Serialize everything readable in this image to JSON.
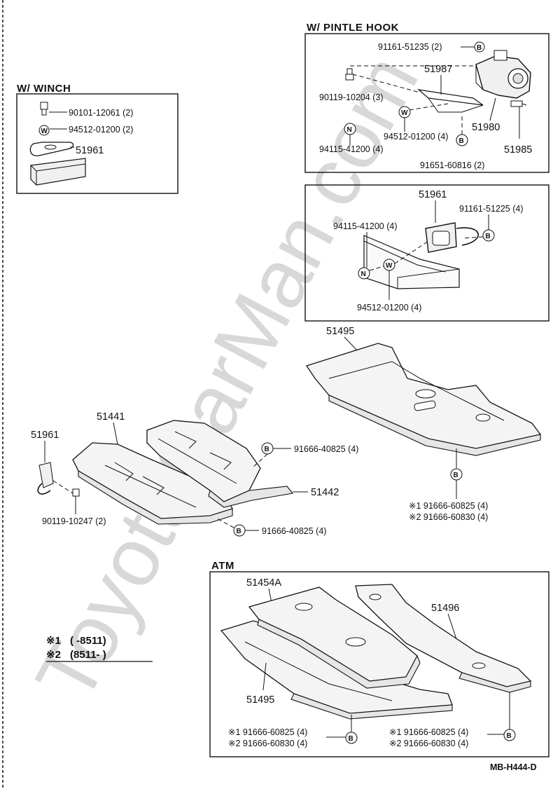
{
  "diagram": {
    "watermark": "ToyotaCarMan.com",
    "code": "MB-H444-D",
    "sections": {
      "winch": "W/ WINCH",
      "pintle": "W/ PINTLE  HOOK",
      "atm": "ATM"
    },
    "symbols": {
      "b": "B",
      "w": "W",
      "n": "N"
    },
    "notes": {
      "n1_mark": "※1",
      "n1_text": "(       -8511)",
      "n2_mark": "※2",
      "n2_text": "(8511-        )"
    },
    "labels": {
      "winch_bolt": "90101-12061 (2)",
      "winch_washer": "94512-01200 (2)",
      "winch_hook": "51961",
      "pintle_bolt_top": "91161-51235 (2)",
      "pintle_bracket": "51987",
      "pintle_bolt_left": "90119-10204 (3)",
      "pintle_washer": "94512-01200 (4)",
      "pintle_hook": "51980",
      "pintle_nut": "94115-41200 (4)",
      "pintle_bolt_bottom": "91651-60816 (2)",
      "pintle_pin": "51985",
      "tow_hook": "51961",
      "tow_bolt": "91161-51225 (4)",
      "tow_nut": "94115-41200 (4)",
      "tow_washer": "94512-01200 (4)",
      "cover_rear": "51495",
      "cover_front": "51441",
      "cover_front_hook": "51961",
      "cover_front_bolt": "91666-40825 (4)",
      "cover_side": "51442",
      "cover_front_bolt2": "91666-40825 (4)",
      "hook_bolt": "90119-10247 (2)",
      "rear_bolt_1": "※1 91666-60825 (4)",
      "rear_bolt_2": "※2 91666-60830 (4)",
      "atm_cover_a": "51454A",
      "atm_cover_side": "51496",
      "atm_cover_rear": "51495",
      "atm_bolt_l1": "※1 91666-60825 (4)",
      "atm_bolt_l2": "※2 91666-60830 (4)",
      "atm_bolt_r1": "※1 91666-60825 (4)",
      "atm_bolt_r2": "※2 91666-60830 (4)"
    }
  }
}
